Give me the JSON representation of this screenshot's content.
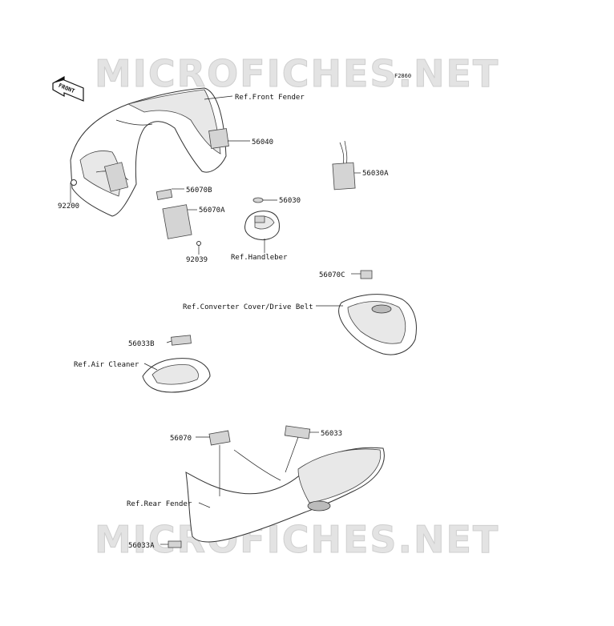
{
  "diagram": {
    "code": "F2860",
    "watermark": "MICROFICHES.NET",
    "front_arrow": "FRONT",
    "labels": {
      "ref_front_fender": "Ref.Front Fender",
      "p56040": "56040",
      "p56030a": "56030A",
      "p56070b": "56070B",
      "p56070a": "56070A",
      "p92200": "92200",
      "p56030": "56030",
      "p92039": "92039",
      "ref_handleber": "Ref.Handleber",
      "p56070c": "56070C",
      "ref_converter": "Ref.Converter Cover/Drive Belt",
      "p56033b": "56033B",
      "ref_air_cleaner": "Ref.Air Cleaner",
      "p56070": "56070",
      "p56033": "56033",
      "ref_rear_fender": "Ref.Rear Fender",
      "p56033a": "56033A"
    }
  }
}
